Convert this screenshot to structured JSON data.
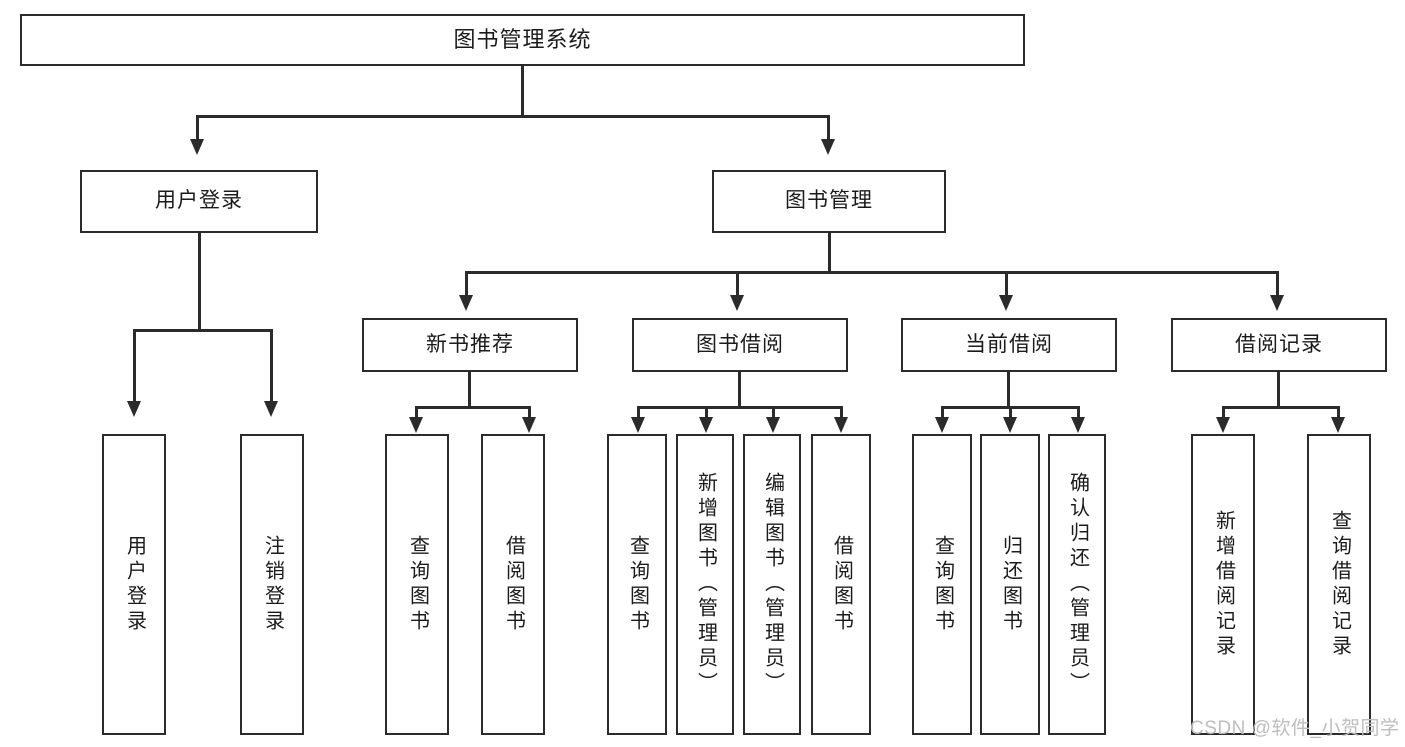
{
  "diagram": {
    "type": "tree-hierarchy-flowchart",
    "title": "图书管理系统",
    "root": {
      "id": "root",
      "label": "图书管理系统"
    },
    "level2": [
      {
        "id": "user-login",
        "label": "用户登录"
      },
      {
        "id": "book-manage",
        "label": "图书管理"
      }
    ],
    "level3": [
      {
        "id": "new-book-recommend",
        "label": "新书推荐",
        "parent": "book-manage"
      },
      {
        "id": "book-borrow",
        "label": "图书借阅",
        "parent": "book-manage"
      },
      {
        "id": "current-borrow",
        "label": "当前借阅",
        "parent": "book-manage"
      },
      {
        "id": "borrow-record",
        "label": "借阅记录",
        "parent": "book-manage"
      }
    ],
    "leaves": [
      {
        "id": "leaf-user-login",
        "label": "用户登录",
        "parent": "user-login"
      },
      {
        "id": "leaf-logout",
        "label": "注销登录",
        "parent": "user-login"
      },
      {
        "id": "leaf-query-book-1",
        "label": "查询图书",
        "parent": "new-book-recommend"
      },
      {
        "id": "leaf-borrow-book-1",
        "label": "借阅图书",
        "parent": "new-book-recommend"
      },
      {
        "id": "leaf-query-book-2",
        "label": "查询图书",
        "parent": "book-borrow"
      },
      {
        "id": "leaf-add-book",
        "label": "新增图书（管理员）",
        "parent": "book-borrow"
      },
      {
        "id": "leaf-edit-book",
        "label": "编辑图书（管理员）",
        "parent": "book-borrow"
      },
      {
        "id": "leaf-borrow-book-2",
        "label": "借阅图书",
        "parent": "book-borrow"
      },
      {
        "id": "leaf-query-book-3",
        "label": "查询图书",
        "parent": "current-borrow"
      },
      {
        "id": "leaf-return-book",
        "label": "归还图书",
        "parent": "current-borrow"
      },
      {
        "id": "leaf-confirm-return",
        "label": "确认归还（管理员）",
        "parent": "current-borrow"
      },
      {
        "id": "leaf-add-record",
        "label": "新增借阅记录",
        "parent": "borrow-record"
      },
      {
        "id": "leaf-query-record",
        "label": "查询借阅记录",
        "parent": "borrow-record"
      }
    ]
  },
  "watermark": {
    "text": "CSDN @软件_小贺同学"
  },
  "colors": {
    "stroke": "#2b2b2b",
    "background": "#ffffff",
    "text": "#1b1b1b",
    "watermark": "#bdbdbd"
  }
}
